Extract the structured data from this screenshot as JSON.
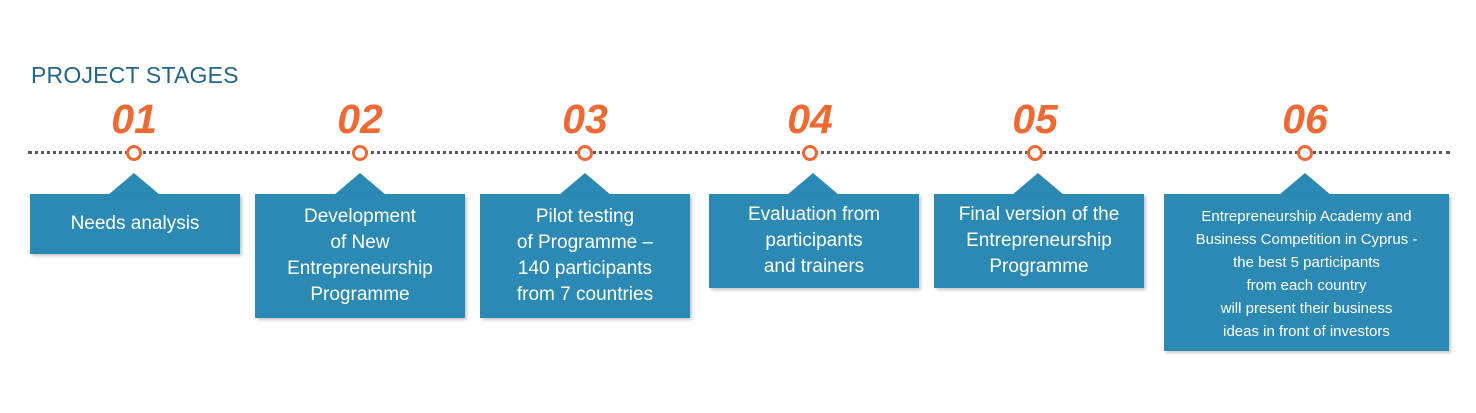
{
  "title": "PROJECT STAGES",
  "colors": {
    "accent": "#ee6a32",
    "box": "#2b89b3",
    "title": "#22668c",
    "timeline": "#5c5c5c"
  },
  "stages": [
    {
      "number": "01",
      "text": "Needs analysis"
    },
    {
      "number": "02",
      "text": "Development\nof New\nEntrepreneurship\nProgramme"
    },
    {
      "number": "03",
      "text": "Pilot testing\nof Programme –\n140 participants\nfrom 7 countries"
    },
    {
      "number": "04",
      "text": "Evaluation from\nparticipants\nand trainers"
    },
    {
      "number": "05",
      "text": "Final version of the\nEntrepreneurship\nProgramme"
    },
    {
      "number": "06",
      "text": "Entrepreneurship Academy and\nBusiness Competition in Cyprus -\nthe best 5 participants\nfrom each country\nwill present their business\nideas in front of investors"
    }
  ]
}
